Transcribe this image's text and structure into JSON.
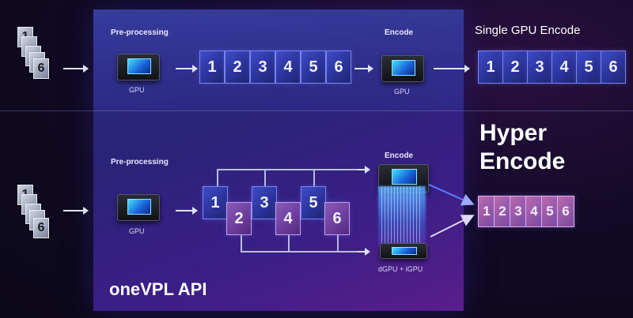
{
  "panel": {
    "api_label": "oneVPL API"
  },
  "top_row": {
    "preprocessing_label": "Pre-processing",
    "gpu_label": "GPU",
    "frames": [
      "1",
      "2",
      "3",
      "4",
      "5",
      "6"
    ],
    "encode_label": "Encode",
    "encode_gpu_label": "GPU",
    "output_title": "Single GPU Encode",
    "output_frames": [
      "1",
      "2",
      "3",
      "4",
      "5",
      "6"
    ],
    "input_stack": [
      "1",
      "6"
    ]
  },
  "bottom_row": {
    "preprocessing_label": "Pre-processing",
    "gpu_label": "GPU",
    "frames": [
      "1",
      "2",
      "3",
      "4",
      "5",
      "6"
    ],
    "encode_label": "Encode",
    "encode_device_label": "dGPU + iGPU",
    "output_title_line1": "Hyper",
    "output_title_line2": "Encode",
    "output_frames": [
      "1",
      "2",
      "3",
      "4",
      "5",
      "6"
    ],
    "input_stack": [
      "1",
      "6"
    ]
  },
  "icons": [
    "gpu-chip-icon",
    "arrow-right-icon",
    "frame-stack-icon"
  ]
}
